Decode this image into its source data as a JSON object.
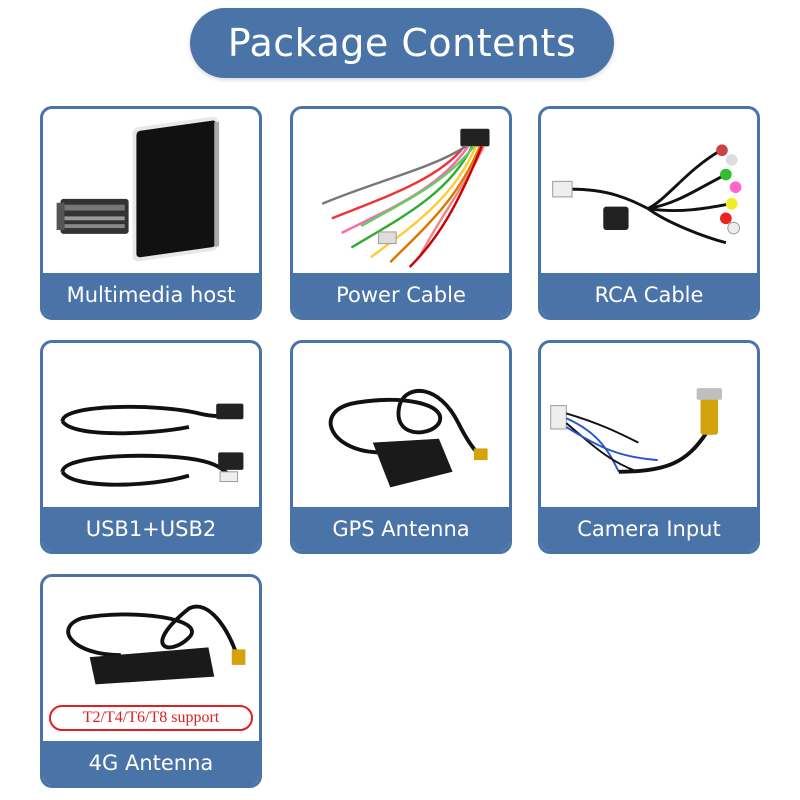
{
  "header": {
    "title": "Package Contents"
  },
  "items": [
    {
      "label": "Multimedia host",
      "icon": "multimedia-host-icon"
    },
    {
      "label": "Power Cable",
      "icon": "power-cable-icon"
    },
    {
      "label": "RCA Cable",
      "icon": "rca-cable-icon"
    },
    {
      "label": "USB1+USB2",
      "icon": "usb-cable-icon"
    },
    {
      "label": "GPS Antenna",
      "icon": "gps-antenna-icon"
    },
    {
      "label": "Camera Input",
      "icon": "camera-input-icon"
    },
    {
      "label": "4G Antenna",
      "icon": "4g-antenna-icon",
      "badge": "T2/T4/T6/T8 support"
    }
  ],
  "colors": {
    "accent": "#4a74a8",
    "badge": "#e02020",
    "background": "#ffffff"
  }
}
